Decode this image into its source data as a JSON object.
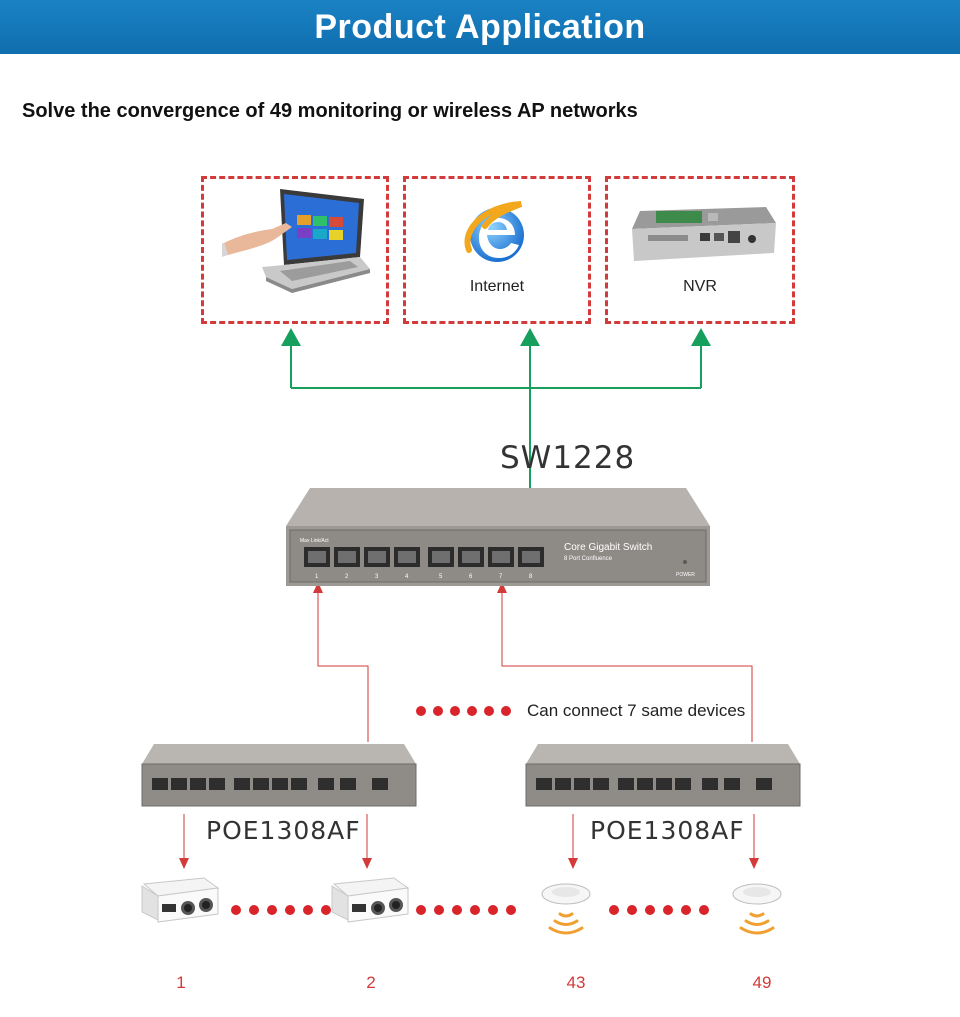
{
  "header": {
    "title": "Product Application"
  },
  "subtitle": "Solve the convergence of 49 monitoring or wireless AP networks",
  "top_devices": [
    {
      "name": "laptop",
      "label": ""
    },
    {
      "name": "internet",
      "label": "Internet"
    },
    {
      "name": "nvr",
      "label": "NVR"
    }
  ],
  "core_switch": {
    "model": "SW1228",
    "panel_title": "Core Gigabit Switch",
    "panel_subtitle": "8 Port Confluence",
    "power_label": "POWER",
    "panel_top_labels": "Max   Link/Act",
    "port_numbers": [
      "1",
      "2",
      "3",
      "4",
      "5",
      "6",
      "7",
      "8"
    ]
  },
  "note": "Can connect 7 same devices",
  "poe_switches": [
    {
      "model": "POE1308AF"
    },
    {
      "model": "POE1308AF"
    }
  ],
  "end_devices": [
    {
      "type": "camera",
      "number": "1"
    },
    {
      "type": "camera",
      "number": "2"
    },
    {
      "type": "access-point",
      "number": "43"
    },
    {
      "type": "access-point",
      "number": "49"
    }
  ],
  "colors": {
    "banner": "#1a82c4",
    "green_link": "#17a05d",
    "red_link": "#d33a3a"
  }
}
